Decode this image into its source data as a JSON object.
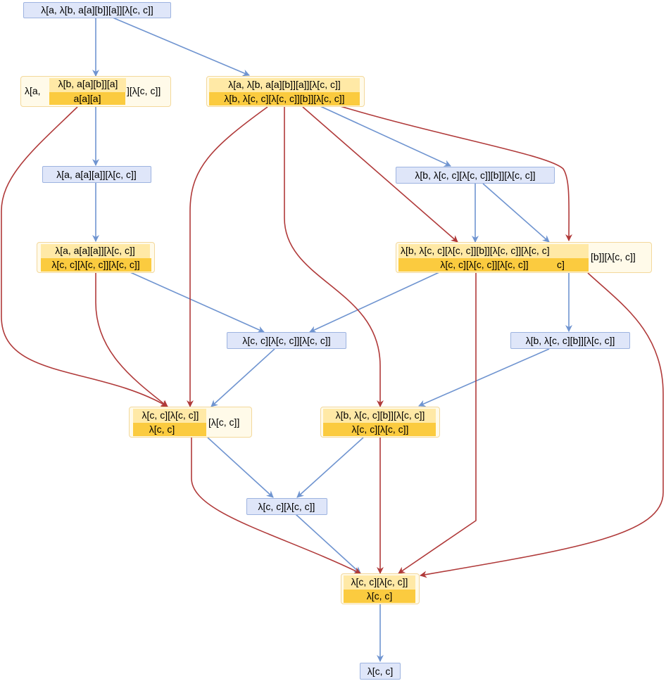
{
  "graph": {
    "nodes": {
      "n_root": "λ[a, λ[b, a[a][b]][a]][λ[c, c]]",
      "n_left_a": "λ[a,",
      "n_left_b": "λ[b, a[a][b]][a]",
      "n_left_c": "][λ[c, c]]",
      "n_left_redex": "a[a][a]",
      "n_top_right_1": "λ[a, λ[b, a[a][b]][a]][λ[c, c]]",
      "n_top_right_2": "λ[b, λ[c, c][λ[c, c]][b]][λ[c, c]]",
      "n_l2": "λ[a, a[a][a]][λ[c, c]]",
      "n_l3_1": "λ[a, a[a][a]][λ[c, c]]",
      "n_l3_2": "λ[c, c][λ[c, c]][λ[c, c]]",
      "n_r2": "λ[b, λ[c, c][λ[c, c]][b]][λ[c, c]]",
      "n_r3_1": "λ[b, λ[c, c][λ[c, c]][b]][λ[c, c]][λ[c, c]",
      "n_r3_tail": "[b]][λ[c, c]]",
      "n_r3_2": "λ[c, c][λ[c, c]][λ[c, c]]",
      "n_r3_2b": "c]",
      "n_mid": "λ[c, c][λ[c, c]][λ[c, c]]",
      "n_r4": "λ[b, λ[c, c][b]][λ[c, c]]",
      "n_l5_1": "λ[c, c][λ[c, c]]",
      "n_l5_redex": "λ[c, c]",
      "n_l5_tail": "[λ[c, c]]",
      "n_m5_1": "λ[b, λ[c, c][b]][λ[c, c]]",
      "n_m5_2": "λ[c, c][λ[c, c]]",
      "n_c6": "λ[c, c][λ[c, c]]",
      "n_c7_1": "λ[c, c][λ[c, c]]",
      "n_c7_2": "λ[c, c]",
      "n_final": "λ[c, c]"
    },
    "colors": {
      "blue_edge": "#6f94d0",
      "red_edge": "#b03a3a",
      "blue_fill": "#dfe6f9",
      "yellow_fill": "#fffae9",
      "highlight": "#fbcb3f"
    }
  }
}
